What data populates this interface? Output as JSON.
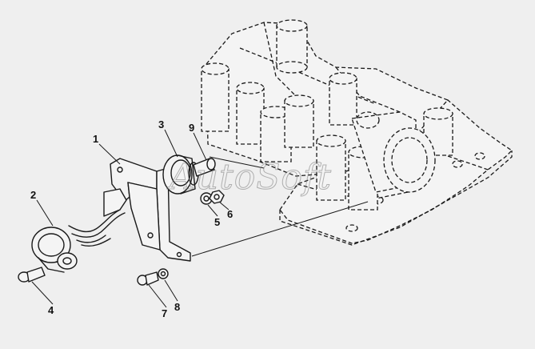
{
  "callouts": [
    {
      "id": "1",
      "label": "1"
    },
    {
      "id": "2",
      "label": "2"
    },
    {
      "id": "3",
      "label": "3"
    },
    {
      "id": "4",
      "label": "4"
    },
    {
      "id": "5",
      "label": "5"
    },
    {
      "id": "6",
      "label": "6"
    },
    {
      "id": "7",
      "label": "7"
    },
    {
      "id": "8",
      "label": "8"
    },
    {
      "id": "9",
      "label": "9"
    }
  ],
  "watermark": "AutoSoft",
  "colors": {
    "background": "#efefef",
    "line": "#1a1a1a"
  }
}
